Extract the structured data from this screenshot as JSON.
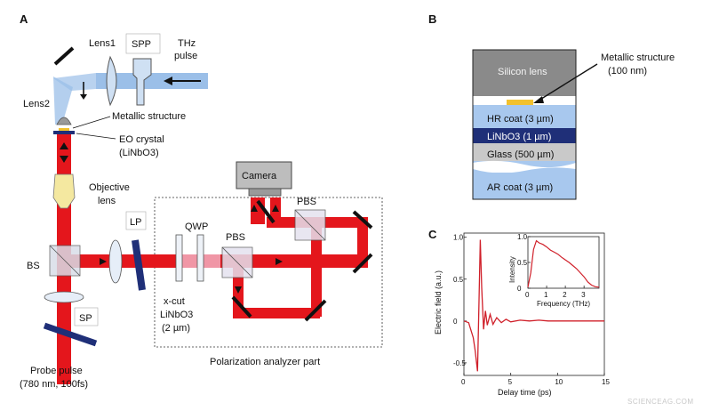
{
  "panels": {
    "a": "A",
    "b": "B",
    "c": "C"
  },
  "panel_a": {
    "lens1": "Lens1",
    "spp": "SPP",
    "thz_line1": "THz",
    "thz_line2": "pulse",
    "lens2": "Lens2",
    "metallic_structure": "Metallic structure",
    "eo_line1": "EO crystal",
    "eo_line2": "(LiNbO3)",
    "objective_line1": "Objective",
    "objective_line2": "lens",
    "camera": "Camera",
    "pbs_top": "PBS",
    "pbs_mid": "PBS",
    "qwp": "QWP",
    "lp": "LP",
    "bs": "BS",
    "xcut_line1": "x-cut",
    "xcut_line2": "LiNbO3",
    "xcut_line3": "(2 µm)",
    "sp": "SP",
    "probe_line1": "Probe pulse",
    "probe_line2": "(780 nm, 100fs)",
    "analyzer": "Polarization analyzer part"
  },
  "panel_b": {
    "silicon_lens": "Silicon lens",
    "metallic_line1": "Metallic structure",
    "metallic_line2": "(100 nm)",
    "hr_coat": "HR coat (3 µm)",
    "linbo3": "LiNbO3 (1 µm)",
    "glass": "Glass (500 µm)",
    "ar_coat": "AR coat (3 µm)"
  },
  "colors": {
    "beam_red": "#e4161c",
    "thz_blue": "#9bbfe8",
    "lens_blue": "#cfe0f3",
    "metal_yellow": "#f2c12e",
    "linbo3_navy": "#1f2f78",
    "silicon_grey": "#8a8a8a"
  },
  "chart_data": [
    {
      "type": "line",
      "xlabel": "Delay time (ps)",
      "ylabel": "Electric field (a.u.)",
      "xlim": [
        0,
        15
      ],
      "ylim": [
        -0.65,
        1.05
      ],
      "xticks": [
        "0",
        "5",
        "10",
        "15"
      ],
      "yticks": [
        "-0.5",
        "0",
        "0.5",
        "1.0"
      ],
      "x": [
        0,
        0.5,
        1.0,
        1.2,
        1.45,
        1.6,
        1.75,
        1.9,
        2.1,
        2.3,
        2.5,
        2.8,
        3.1,
        3.5,
        4,
        4.5,
        5,
        6,
        7,
        8,
        9,
        10,
        11,
        12,
        13,
        14,
        15
      ],
      "y": [
        0,
        -0.02,
        -0.2,
        -0.35,
        -0.6,
        0.2,
        0.97,
        0.4,
        -0.1,
        0.12,
        -0.05,
        0.08,
        -0.04,
        0.04,
        -0.02,
        0.02,
        -0.01,
        0.01,
        0,
        0.01,
        0,
        0,
        0,
        0,
        0,
        0,
        0
      ]
    },
    {
      "type": "line",
      "xlabel": "Frequency (THz)",
      "ylabel": "Intensity",
      "xlim": [
        0,
        3.8
      ],
      "ylim": [
        0,
        1.0
      ],
      "xticks": [
        "0",
        "1",
        "2",
        "3"
      ],
      "yticks": [
        "0",
        "0.5",
        "1.0"
      ],
      "x": [
        0,
        0.15,
        0.3,
        0.45,
        0.6,
        0.8,
        1.0,
        1.2,
        1.4,
        1.6,
        1.8,
        2.0,
        2.2,
        2.4,
        2.6,
        2.8,
        3.0,
        3.2,
        3.4,
        3.6,
        3.8
      ],
      "y": [
        0.02,
        0.3,
        0.75,
        0.92,
        0.88,
        0.85,
        0.8,
        0.74,
        0.7,
        0.66,
        0.6,
        0.55,
        0.5,
        0.44,
        0.38,
        0.3,
        0.22,
        0.12,
        0.06,
        0.03,
        0.02
      ]
    }
  ],
  "watermark": "SCIENCEAG.COM"
}
